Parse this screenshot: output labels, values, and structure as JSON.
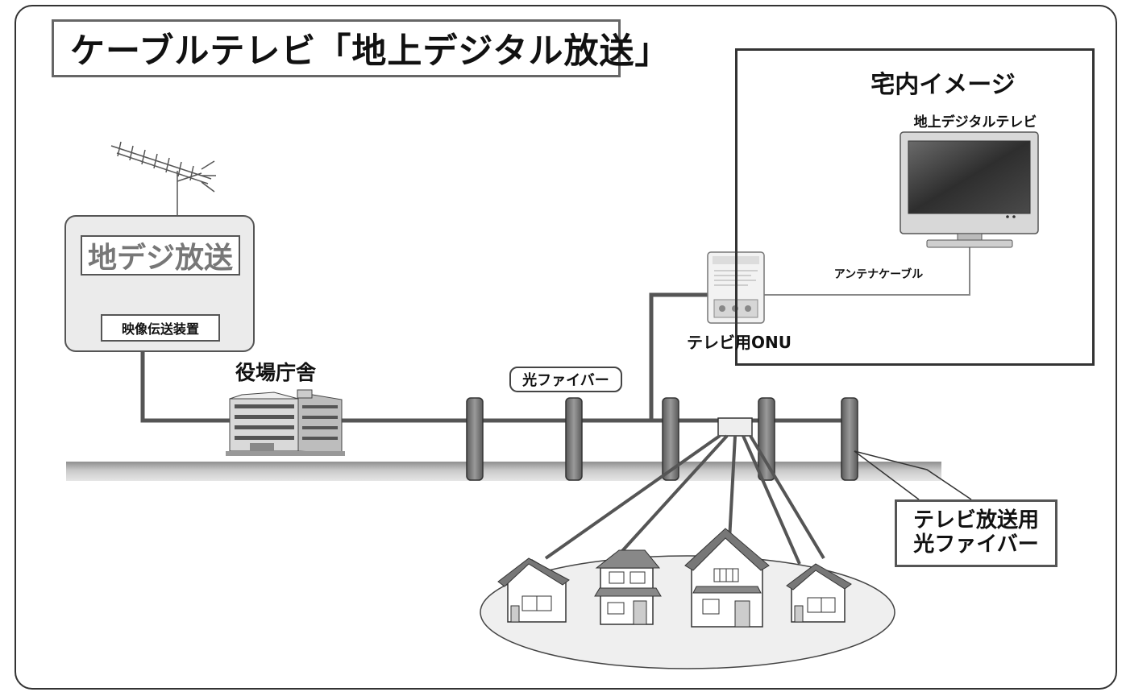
{
  "title": "ケーブルテレビ「地上デジタル放送」",
  "home_area": {
    "title": "宅内イメージ",
    "tv_label": "地上デジタルテレビ",
    "cable_label": "アンテナケーブル",
    "onu_label": "テレビ用ONU"
  },
  "station": {
    "broadcast_label": "地デジ放送",
    "equipment_label": "映像伝送装置",
    "building_label": "役場庁舎"
  },
  "network": {
    "fiber_label": "光ファイバー",
    "tv_fiber_line1": "テレビ放送用",
    "tv_fiber_line2": "光ファイバー"
  },
  "colors": {
    "line": "#555555",
    "ground": "#b8b8b8",
    "pole": "#7a7a7a",
    "tv_screen": "#3a3a3a"
  }
}
